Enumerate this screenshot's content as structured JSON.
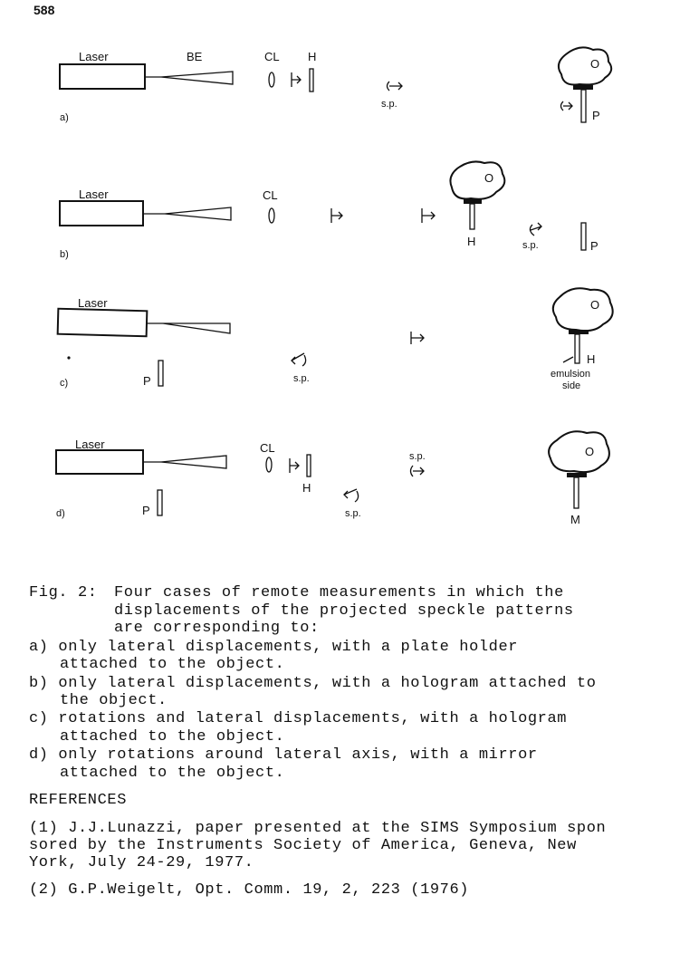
{
  "page_number": "588",
  "figure": {
    "labels": {
      "laser": "Laser",
      "be": "BE",
      "cl": "CL",
      "h": "H",
      "sp": "s.p.",
      "p": "P",
      "o": "O",
      "m": "M",
      "emulsion": "emulsion",
      "side": "side"
    },
    "panels": {
      "a": "a)",
      "b": "b)",
      "c": "c)",
      "d": "d)"
    }
  },
  "caption": {
    "prefix": "Fig. 2:",
    "line1": "Four cases of remote measurements in which the",
    "line2": "displacements of the projected speckle patterns",
    "line3": "are corresponding to:",
    "items": [
      {
        "line1": "a) only lateral displacements, with a plate holder",
        "line2": "attached to the object."
      },
      {
        "line1": "b) only lateral displacements, with a hologram attached to",
        "line2": "the object."
      },
      {
        "line1": "c) rotations and lateral displacements, with a hologram",
        "line2": "attached to the object."
      },
      {
        "line1": "d) only rotations around lateral axis, with a mirror",
        "line2": "attached to the object."
      }
    ]
  },
  "references": {
    "heading": "REFERENCES",
    "ref1_line1": "(1) J.J.Lunazzi, paper presented at the SIMS Symposium spon",
    "ref1_line2": "sored by the Instruments Society of America, Geneva, New",
    "ref1_line3": "York, July 24-29, 1977.",
    "ref2": "(2) G.P.Weigelt, Opt. Comm. 19, 2, 223 (1976)"
  }
}
